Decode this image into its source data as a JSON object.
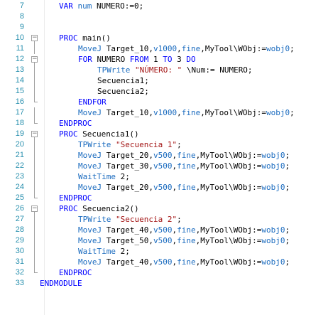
{
  "colors": {
    "keyword": "#0000ff",
    "function": "#1a6bbf",
    "string": "#a31515",
    "plain": "#000000",
    "line_number": "#2b91af"
  },
  "lines": [
    {
      "number": "7",
      "indent": 1,
      "fold": "",
      "tokens": [
        {
          "t": "kw",
          "v": "VAR"
        },
        {
          "t": "plain",
          "v": " "
        },
        {
          "t": "fn",
          "v": "num"
        },
        {
          "t": "plain",
          "v": " NUMERO:=0;"
        }
      ]
    },
    {
      "number": "8",
      "indent": 0,
      "fold": "",
      "tokens": []
    },
    {
      "number": "9",
      "indent": 0,
      "fold": "",
      "tokens": []
    },
    {
      "number": "10",
      "indent": 1,
      "fold": "open",
      "tokens": [
        {
          "t": "kw",
          "v": "PROC"
        },
        {
          "t": "plain",
          "v": " main()"
        }
      ]
    },
    {
      "number": "11",
      "indent": 2,
      "fold": "line",
      "tokens": [
        {
          "t": "fn",
          "v": "MoveJ"
        },
        {
          "t": "plain",
          "v": " Target_10,"
        },
        {
          "t": "fn",
          "v": "v1000"
        },
        {
          "t": "plain",
          "v": ","
        },
        {
          "t": "fn",
          "v": "fine"
        },
        {
          "t": "plain",
          "v": ",MyTool\\WObj:="
        },
        {
          "t": "fn",
          "v": "wobj0"
        },
        {
          "t": "plain",
          "v": ";"
        }
      ]
    },
    {
      "number": "12",
      "indent": 2,
      "fold": "open",
      "tokens": [
        {
          "t": "kw",
          "v": "FOR"
        },
        {
          "t": "plain",
          "v": " NUMERO "
        },
        {
          "t": "kw",
          "v": "FROM"
        },
        {
          "t": "plain",
          "v": " 1 "
        },
        {
          "t": "kw",
          "v": "TO"
        },
        {
          "t": "plain",
          "v": " 3 "
        },
        {
          "t": "kw",
          "v": "DO"
        }
      ]
    },
    {
      "number": "13",
      "indent": 3,
      "fold": "line",
      "tokens": [
        {
          "t": "fn",
          "v": "TPWrite"
        },
        {
          "t": "plain",
          "v": " "
        },
        {
          "t": "str",
          "v": "\"NÚMERO: \""
        },
        {
          "t": "plain",
          "v": " \\Num:= NUMERO;"
        }
      ]
    },
    {
      "number": "14",
      "indent": 3,
      "fold": "line",
      "tokens": [
        {
          "t": "plain",
          "v": "Secuencia1;"
        }
      ]
    },
    {
      "number": "15",
      "indent": 3,
      "fold": "line",
      "tokens": [
        {
          "t": "plain",
          "v": "Secuencia2;"
        }
      ]
    },
    {
      "number": "16",
      "indent": 2,
      "fold": "end",
      "tokens": [
        {
          "t": "kw",
          "v": "ENDFOR"
        }
      ]
    },
    {
      "number": "17",
      "indent": 2,
      "fold": "line",
      "tokens": [
        {
          "t": "fn",
          "v": "MoveJ"
        },
        {
          "t": "plain",
          "v": " Target_10,"
        },
        {
          "t": "fn",
          "v": "v1000"
        },
        {
          "t": "plain",
          "v": ","
        },
        {
          "t": "fn",
          "v": "fine"
        },
        {
          "t": "plain",
          "v": ",MyTool\\WObj:="
        },
        {
          "t": "fn",
          "v": "wobj0"
        },
        {
          "t": "plain",
          "v": ";"
        }
      ]
    },
    {
      "number": "18",
      "indent": 1,
      "fold": "end",
      "tokens": [
        {
          "t": "kw",
          "v": "ENDPROC"
        }
      ]
    },
    {
      "number": "19",
      "indent": 1,
      "fold": "open",
      "tokens": [
        {
          "t": "kw",
          "v": "PROC"
        },
        {
          "t": "plain",
          "v": " Secuencia1()"
        }
      ]
    },
    {
      "number": "20",
      "indent": 2,
      "fold": "line",
      "tokens": [
        {
          "t": "fn",
          "v": "TPWrite"
        },
        {
          "t": "plain",
          "v": " "
        },
        {
          "t": "str",
          "v": "\"Secuencia 1\""
        },
        {
          "t": "plain",
          "v": ";"
        }
      ]
    },
    {
      "number": "21",
      "indent": 2,
      "fold": "line",
      "tokens": [
        {
          "t": "fn",
          "v": "MoveJ"
        },
        {
          "t": "plain",
          "v": " Target_20,"
        },
        {
          "t": "fn",
          "v": "v500"
        },
        {
          "t": "plain",
          "v": ","
        },
        {
          "t": "fn",
          "v": "fine"
        },
        {
          "t": "plain",
          "v": ",MyTool\\WObj:="
        },
        {
          "t": "fn",
          "v": "wobj0"
        },
        {
          "t": "plain",
          "v": ";"
        }
      ]
    },
    {
      "number": "22",
      "indent": 2,
      "fold": "line",
      "tokens": [
        {
          "t": "fn",
          "v": "MoveJ"
        },
        {
          "t": "plain",
          "v": " Target_30,"
        },
        {
          "t": "fn",
          "v": "v500"
        },
        {
          "t": "plain",
          "v": ","
        },
        {
          "t": "fn",
          "v": "fine"
        },
        {
          "t": "plain",
          "v": ",MyTool\\WObj:="
        },
        {
          "t": "fn",
          "v": "wobj0"
        },
        {
          "t": "plain",
          "v": ";"
        }
      ]
    },
    {
      "number": "23",
      "indent": 2,
      "fold": "line",
      "tokens": [
        {
          "t": "fn",
          "v": "WaitTime"
        },
        {
          "t": "plain",
          "v": " 2;"
        }
      ]
    },
    {
      "number": "24",
      "indent": 2,
      "fold": "line",
      "tokens": [
        {
          "t": "fn",
          "v": "MoveJ"
        },
        {
          "t": "plain",
          "v": " Target_20,"
        },
        {
          "t": "fn",
          "v": "v500"
        },
        {
          "t": "plain",
          "v": ","
        },
        {
          "t": "fn",
          "v": "fine"
        },
        {
          "t": "plain",
          "v": ",MyTool\\WObj:="
        },
        {
          "t": "fn",
          "v": "wobj0"
        },
        {
          "t": "plain",
          "v": ";"
        }
      ]
    },
    {
      "number": "25",
      "indent": 1,
      "fold": "end",
      "tokens": [
        {
          "t": "kw",
          "v": "ENDPROC"
        }
      ]
    },
    {
      "number": "26",
      "indent": 1,
      "fold": "open",
      "tokens": [
        {
          "t": "kw",
          "v": "PROC"
        },
        {
          "t": "plain",
          "v": " Secuencia2()"
        }
      ]
    },
    {
      "number": "27",
      "indent": 2,
      "fold": "line",
      "tokens": [
        {
          "t": "fn",
          "v": "TPWrite"
        },
        {
          "t": "plain",
          "v": " "
        },
        {
          "t": "str",
          "v": "\"Secuencia 2\""
        },
        {
          "t": "plain",
          "v": ";"
        }
      ]
    },
    {
      "number": "28",
      "indent": 2,
      "fold": "line",
      "tokens": [
        {
          "t": "fn",
          "v": "MoveJ"
        },
        {
          "t": "plain",
          "v": " Target_40,"
        },
        {
          "t": "fn",
          "v": "v500"
        },
        {
          "t": "plain",
          "v": ","
        },
        {
          "t": "fn",
          "v": "fine"
        },
        {
          "t": "plain",
          "v": ",MyTool\\WObj:="
        },
        {
          "t": "fn",
          "v": "wobj0"
        },
        {
          "t": "plain",
          "v": ";"
        }
      ]
    },
    {
      "number": "29",
      "indent": 2,
      "fold": "line",
      "tokens": [
        {
          "t": "fn",
          "v": "MoveJ"
        },
        {
          "t": "plain",
          "v": " Target_50,"
        },
        {
          "t": "fn",
          "v": "v500"
        },
        {
          "t": "plain",
          "v": ","
        },
        {
          "t": "fn",
          "v": "fine"
        },
        {
          "t": "plain",
          "v": ",MyTool\\WObj:="
        },
        {
          "t": "fn",
          "v": "wobj0"
        },
        {
          "t": "plain",
          "v": ";"
        }
      ]
    },
    {
      "number": "30",
      "indent": 2,
      "fold": "line",
      "tokens": [
        {
          "t": "fn",
          "v": "WaitTime"
        },
        {
          "t": "plain",
          "v": " 2;"
        }
      ]
    },
    {
      "number": "31",
      "indent": 2,
      "fold": "line",
      "tokens": [
        {
          "t": "fn",
          "v": "MoveJ"
        },
        {
          "t": "plain",
          "v": " Target_40,"
        },
        {
          "t": "fn",
          "v": "v500"
        },
        {
          "t": "plain",
          "v": ","
        },
        {
          "t": "fn",
          "v": "fine"
        },
        {
          "t": "plain",
          "v": ",MyTool\\WObj:="
        },
        {
          "t": "fn",
          "v": "wobj0"
        },
        {
          "t": "plain",
          "v": ";"
        }
      ]
    },
    {
      "number": "32",
      "indent": 1,
      "fold": "end",
      "tokens": [
        {
          "t": "kw",
          "v": "ENDPROC"
        }
      ]
    },
    {
      "number": "33",
      "indent": 0,
      "fold": "",
      "tokens": [
        {
          "t": "kw",
          "v": "ENDMODULE"
        }
      ]
    }
  ]
}
